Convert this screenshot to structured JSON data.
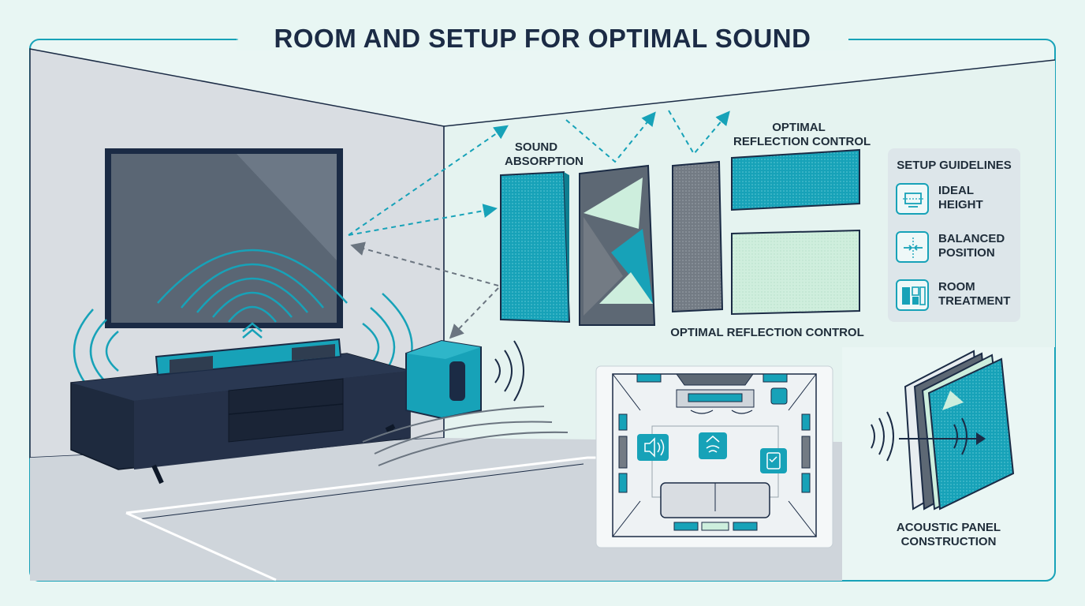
{
  "title": "ROOM AND SETUP FOR OPTIMAL SOUND",
  "labels": {
    "sound_absorption": [
      "SOUND",
      "ABSORPTION"
    ],
    "optimal_reflection_top": [
      "OPTIMAL",
      "REFLECTION CONTROL"
    ],
    "optimal_reflection_bottom": "OPTIMAL REFLECTION CONTROL",
    "acoustic_panel": [
      "ACOUSTIC PANEL",
      "CONSTRUCTION"
    ]
  },
  "guidelines": {
    "title": "SETUP GUIDELINES",
    "items": [
      {
        "line1": "IDEAL",
        "line2": "HEIGHT",
        "icon": "tv-height-icon"
      },
      {
        "line1": "BALANCED",
        "line2": "POSITION",
        "icon": "center-align-icon"
      },
      {
        "line1": "ROOM",
        "line2": "TREATMENT",
        "icon": "panels-layout-icon"
      }
    ]
  },
  "colors": {
    "teal": "#17a2b8",
    "navy": "#1b2b45",
    "mint": "#cdeedd",
    "wall": "#d9dde2",
    "background": "#e8f6f3"
  }
}
